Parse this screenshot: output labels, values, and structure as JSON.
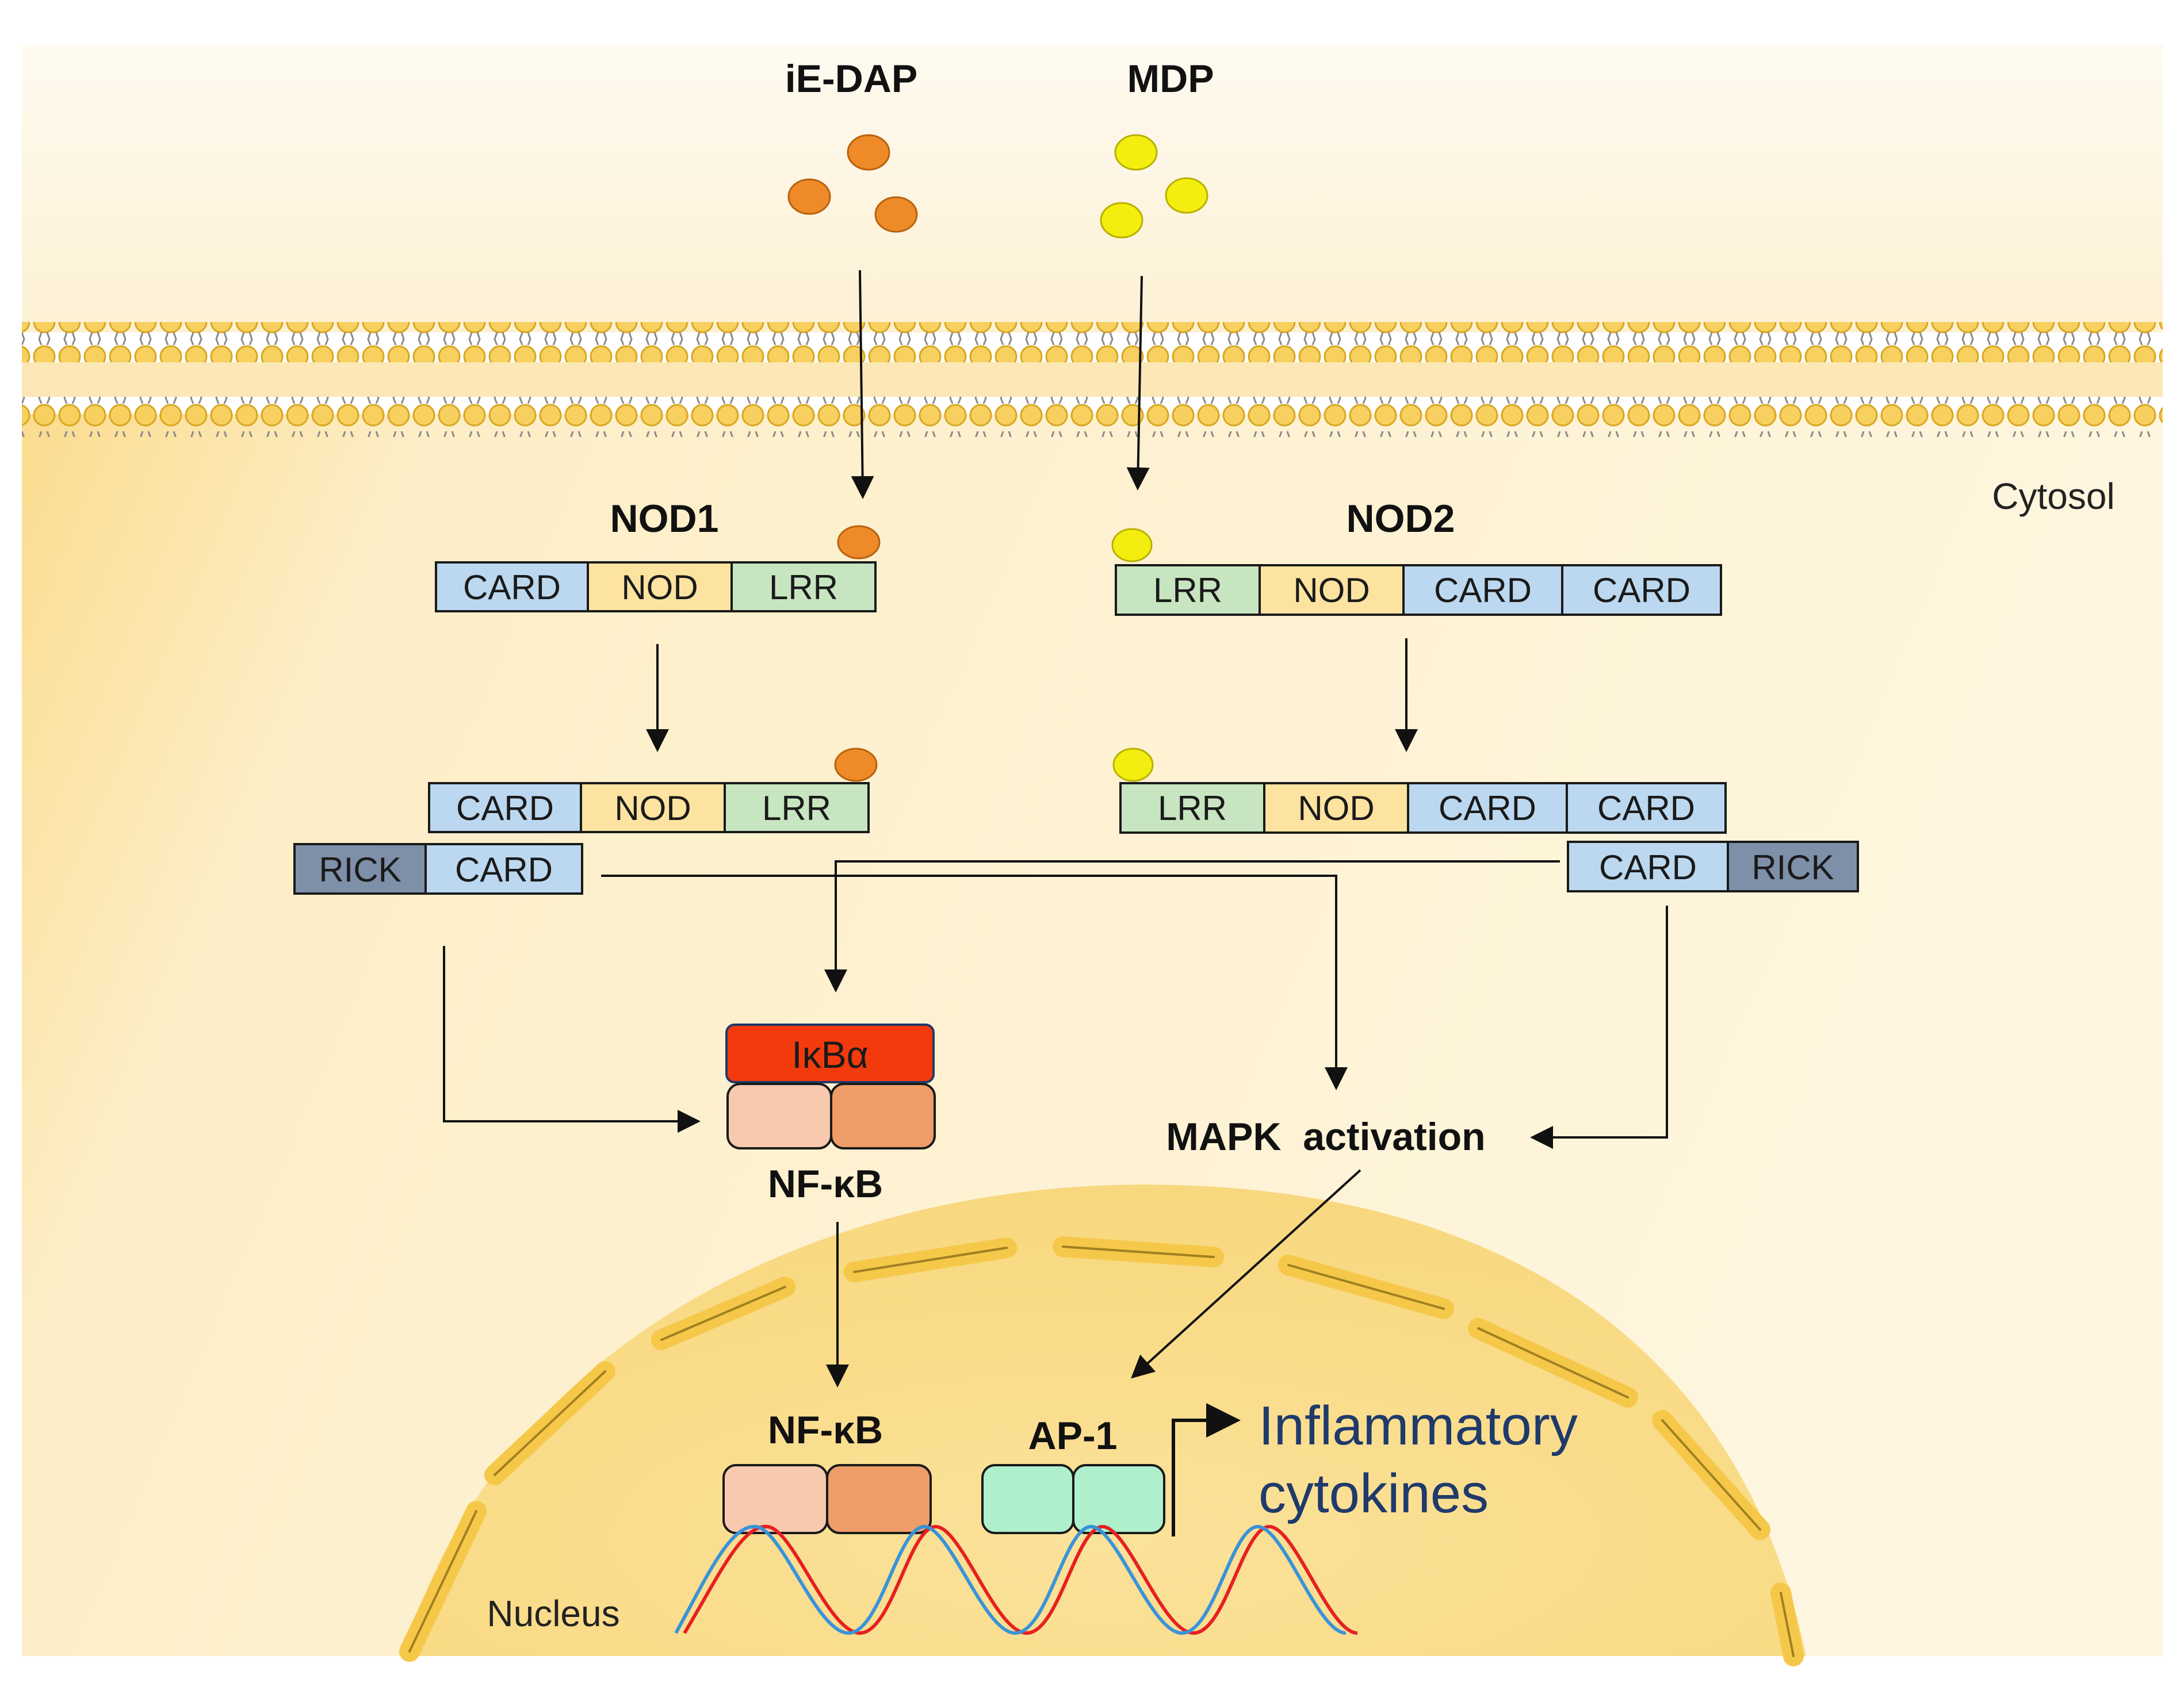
{
  "ligands": {
    "iedap": "iE-DAP",
    "mdp": "MDP"
  },
  "compartments": {
    "cytosol": "Cytosol",
    "nucleus": "Nucleus"
  },
  "receptors": {
    "nod1": "NOD1",
    "nod2": "NOD2"
  },
  "domains": {
    "card": "CARD",
    "nod": "NOD",
    "lrr": "LRR",
    "rick": "RICK",
    "ikba": "IκBα"
  },
  "pathway": {
    "nfkb_cytosol": "NF-κB",
    "nfkb_nucleus": "NF-κB",
    "mapk": "MAPK  activation",
    "ap1": "AP-1"
  },
  "output": {
    "line1": "Inflammatory",
    "line2": "cytokines"
  },
  "colors": {
    "cytoplasm": "#fdf1d2",
    "cytoplasm_edge": "#fbd98a",
    "nucleus": "#fadf8f",
    "envelope": "#f5c84a",
    "lipid_head": "#f7d060",
    "lipid_head_edge": "#d9a720",
    "card": "#bcd8f0",
    "nod": "#fde3a0",
    "lrr": "#c7e5c0",
    "rick": "#7e8fa8",
    "ikba": "#f23a0c",
    "nfkb_light": "#f7c9ae",
    "nfkb_dark": "#ee9c68",
    "ap1": "#b0efcc",
    "iedap_particle": "#ee8a28",
    "mdp_particle": "#f4ee10",
    "dna_red": "#e62020",
    "dna_blue": "#3a93d8"
  }
}
